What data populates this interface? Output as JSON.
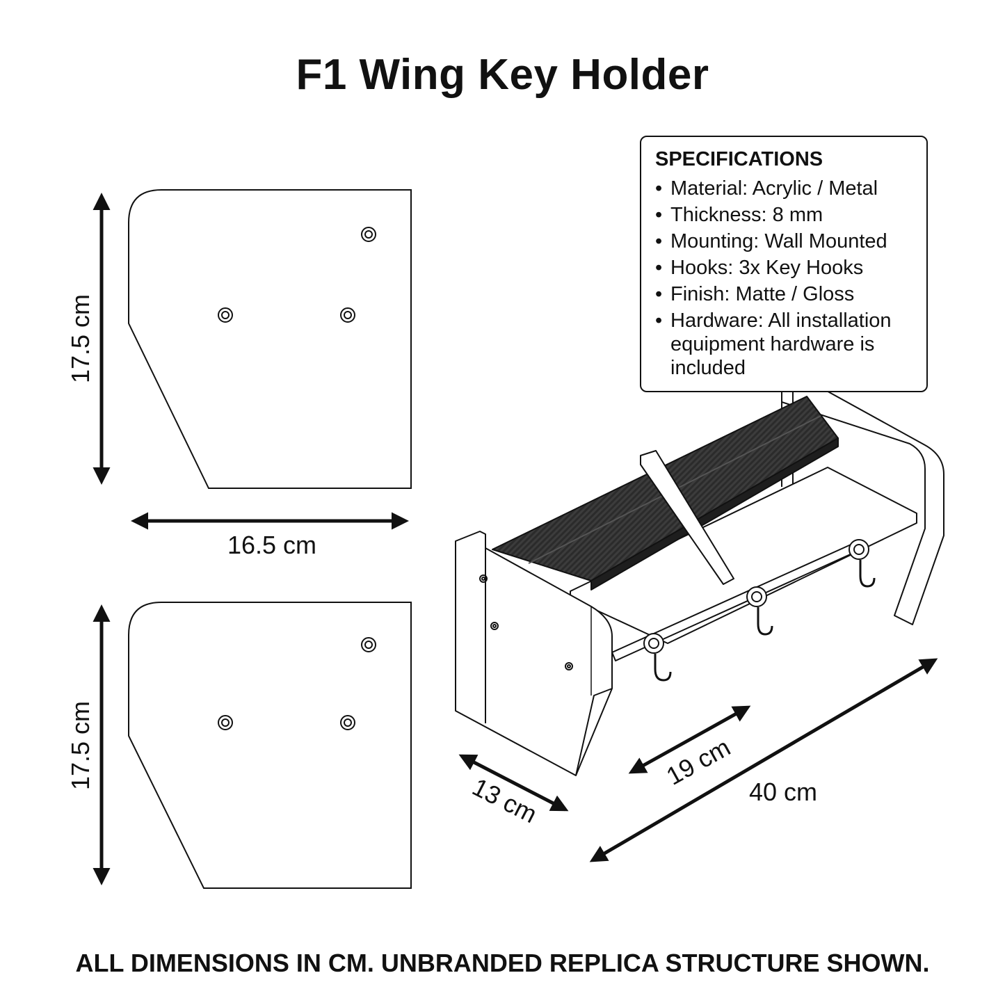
{
  "title": "F1 Wing Key Holder",
  "specifications": {
    "heading": "SPECIFICATIONS",
    "items": [
      "Material: Acrylic / Metal",
      "Thickness: 8 mm",
      "Mounting: Wall Mounted",
      "Hooks: 3x Key Hooks",
      "Finish: Matte / Gloss",
      "Hardware: All installation equipment hardware is included"
    ]
  },
  "dimensions": {
    "top_panel_height": "17.5 cm",
    "top_panel_width": "16.5 cm",
    "bottom_panel_height": "17.5 cm",
    "depth": "13 cm",
    "hook_rail": "19 cm",
    "length": "40 cm"
  },
  "footer": "ALL DIMENSIONS IN CM. UNBRANDED REPLICA STRUCTURE SHOWN.",
  "colors": {
    "line": "#111111",
    "carbon": "#2a2a2a",
    "background": "#ffffff"
  }
}
